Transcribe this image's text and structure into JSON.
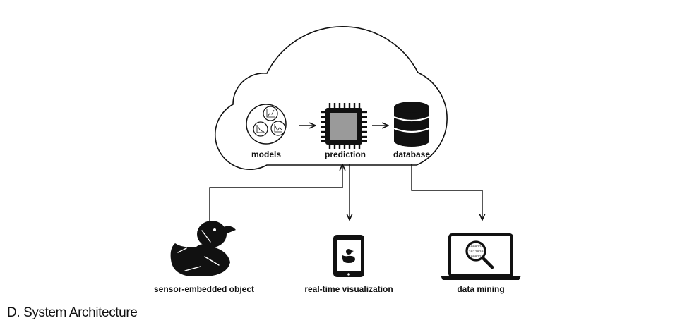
{
  "caption": "D. System Architecture",
  "nodes": {
    "models": "models",
    "prediction": "prediction",
    "database": "database",
    "sensor": "sensor-embedded object",
    "visualization": "real-time visualization",
    "mining": "data mining"
  },
  "binary": [
    "1000110",
    "1011010",
    "1000110"
  ],
  "colors": {
    "line": "#111111",
    "chip": "#9a9a9a",
    "background": "#ffffff"
  }
}
